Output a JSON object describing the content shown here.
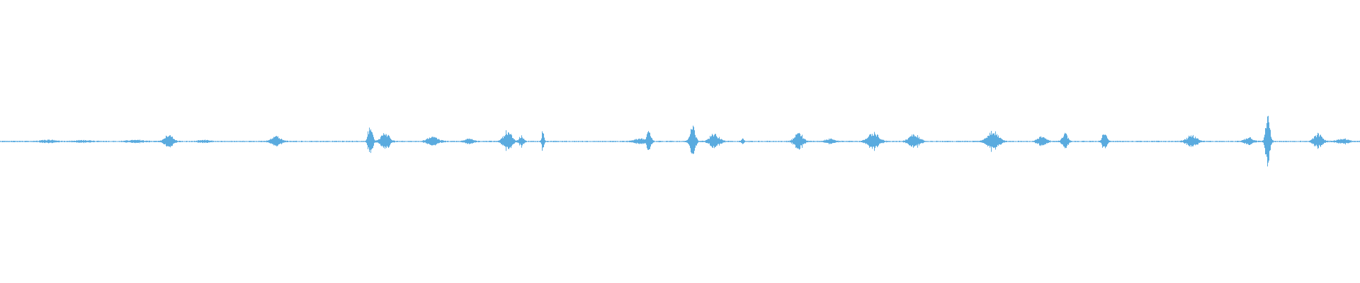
{
  "waveform": {
    "color": "#5AABDF",
    "background": "#FFFFFF",
    "baseline_amplitude": 0.004,
    "bursts": [
      {
        "t": 0.035,
        "amp": 0.01,
        "width": 0.01
      },
      {
        "t": 0.06,
        "amp": 0.008,
        "width": 0.012
      },
      {
        "t": 0.1,
        "amp": 0.01,
        "width": 0.012
      },
      {
        "t": 0.124,
        "amp": 0.05,
        "width": 0.006
      },
      {
        "t": 0.15,
        "amp": 0.01,
        "width": 0.008
      },
      {
        "t": 0.203,
        "amp": 0.04,
        "width": 0.007
      },
      {
        "t": 0.272,
        "amp": 0.16,
        "width": 0.003
      },
      {
        "t": 0.283,
        "amp": 0.07,
        "width": 0.006
      },
      {
        "t": 0.318,
        "amp": 0.035,
        "width": 0.008
      },
      {
        "t": 0.345,
        "amp": 0.02,
        "width": 0.006
      },
      {
        "t": 0.373,
        "amp": 0.09,
        "width": 0.006
      },
      {
        "t": 0.383,
        "amp": 0.045,
        "width": 0.003
      },
      {
        "t": 0.399,
        "amp": 0.1,
        "width": 0.0015
      },
      {
        "t": 0.47,
        "amp": 0.02,
        "width": 0.008
      },
      {
        "t": 0.477,
        "amp": 0.09,
        "width": 0.003
      },
      {
        "t": 0.509,
        "amp": 0.12,
        "width": 0.004
      },
      {
        "t": 0.525,
        "amp": 0.06,
        "width": 0.007
      },
      {
        "t": 0.546,
        "amp": 0.02,
        "width": 0.002
      },
      {
        "t": 0.587,
        "amp": 0.07,
        "width": 0.006
      },
      {
        "t": 0.61,
        "amp": 0.02,
        "width": 0.006
      },
      {
        "t": 0.642,
        "amp": 0.07,
        "width": 0.008
      },
      {
        "t": 0.672,
        "amp": 0.065,
        "width": 0.007
      },
      {
        "t": 0.73,
        "amp": 0.08,
        "width": 0.008
      },
      {
        "t": 0.766,
        "amp": 0.04,
        "width": 0.006
      },
      {
        "t": 0.783,
        "amp": 0.06,
        "width": 0.004
      },
      {
        "t": 0.812,
        "amp": 0.09,
        "width": 0.003
      },
      {
        "t": 0.876,
        "amp": 0.05,
        "width": 0.007
      },
      {
        "t": 0.918,
        "amp": 0.03,
        "width": 0.006
      },
      {
        "t": 0.932,
        "amp": 0.24,
        "width": 0.003
      },
      {
        "t": 0.969,
        "amp": 0.06,
        "width": 0.006
      },
      {
        "t": 0.987,
        "amp": 0.02,
        "width": 0.008
      }
    ]
  }
}
